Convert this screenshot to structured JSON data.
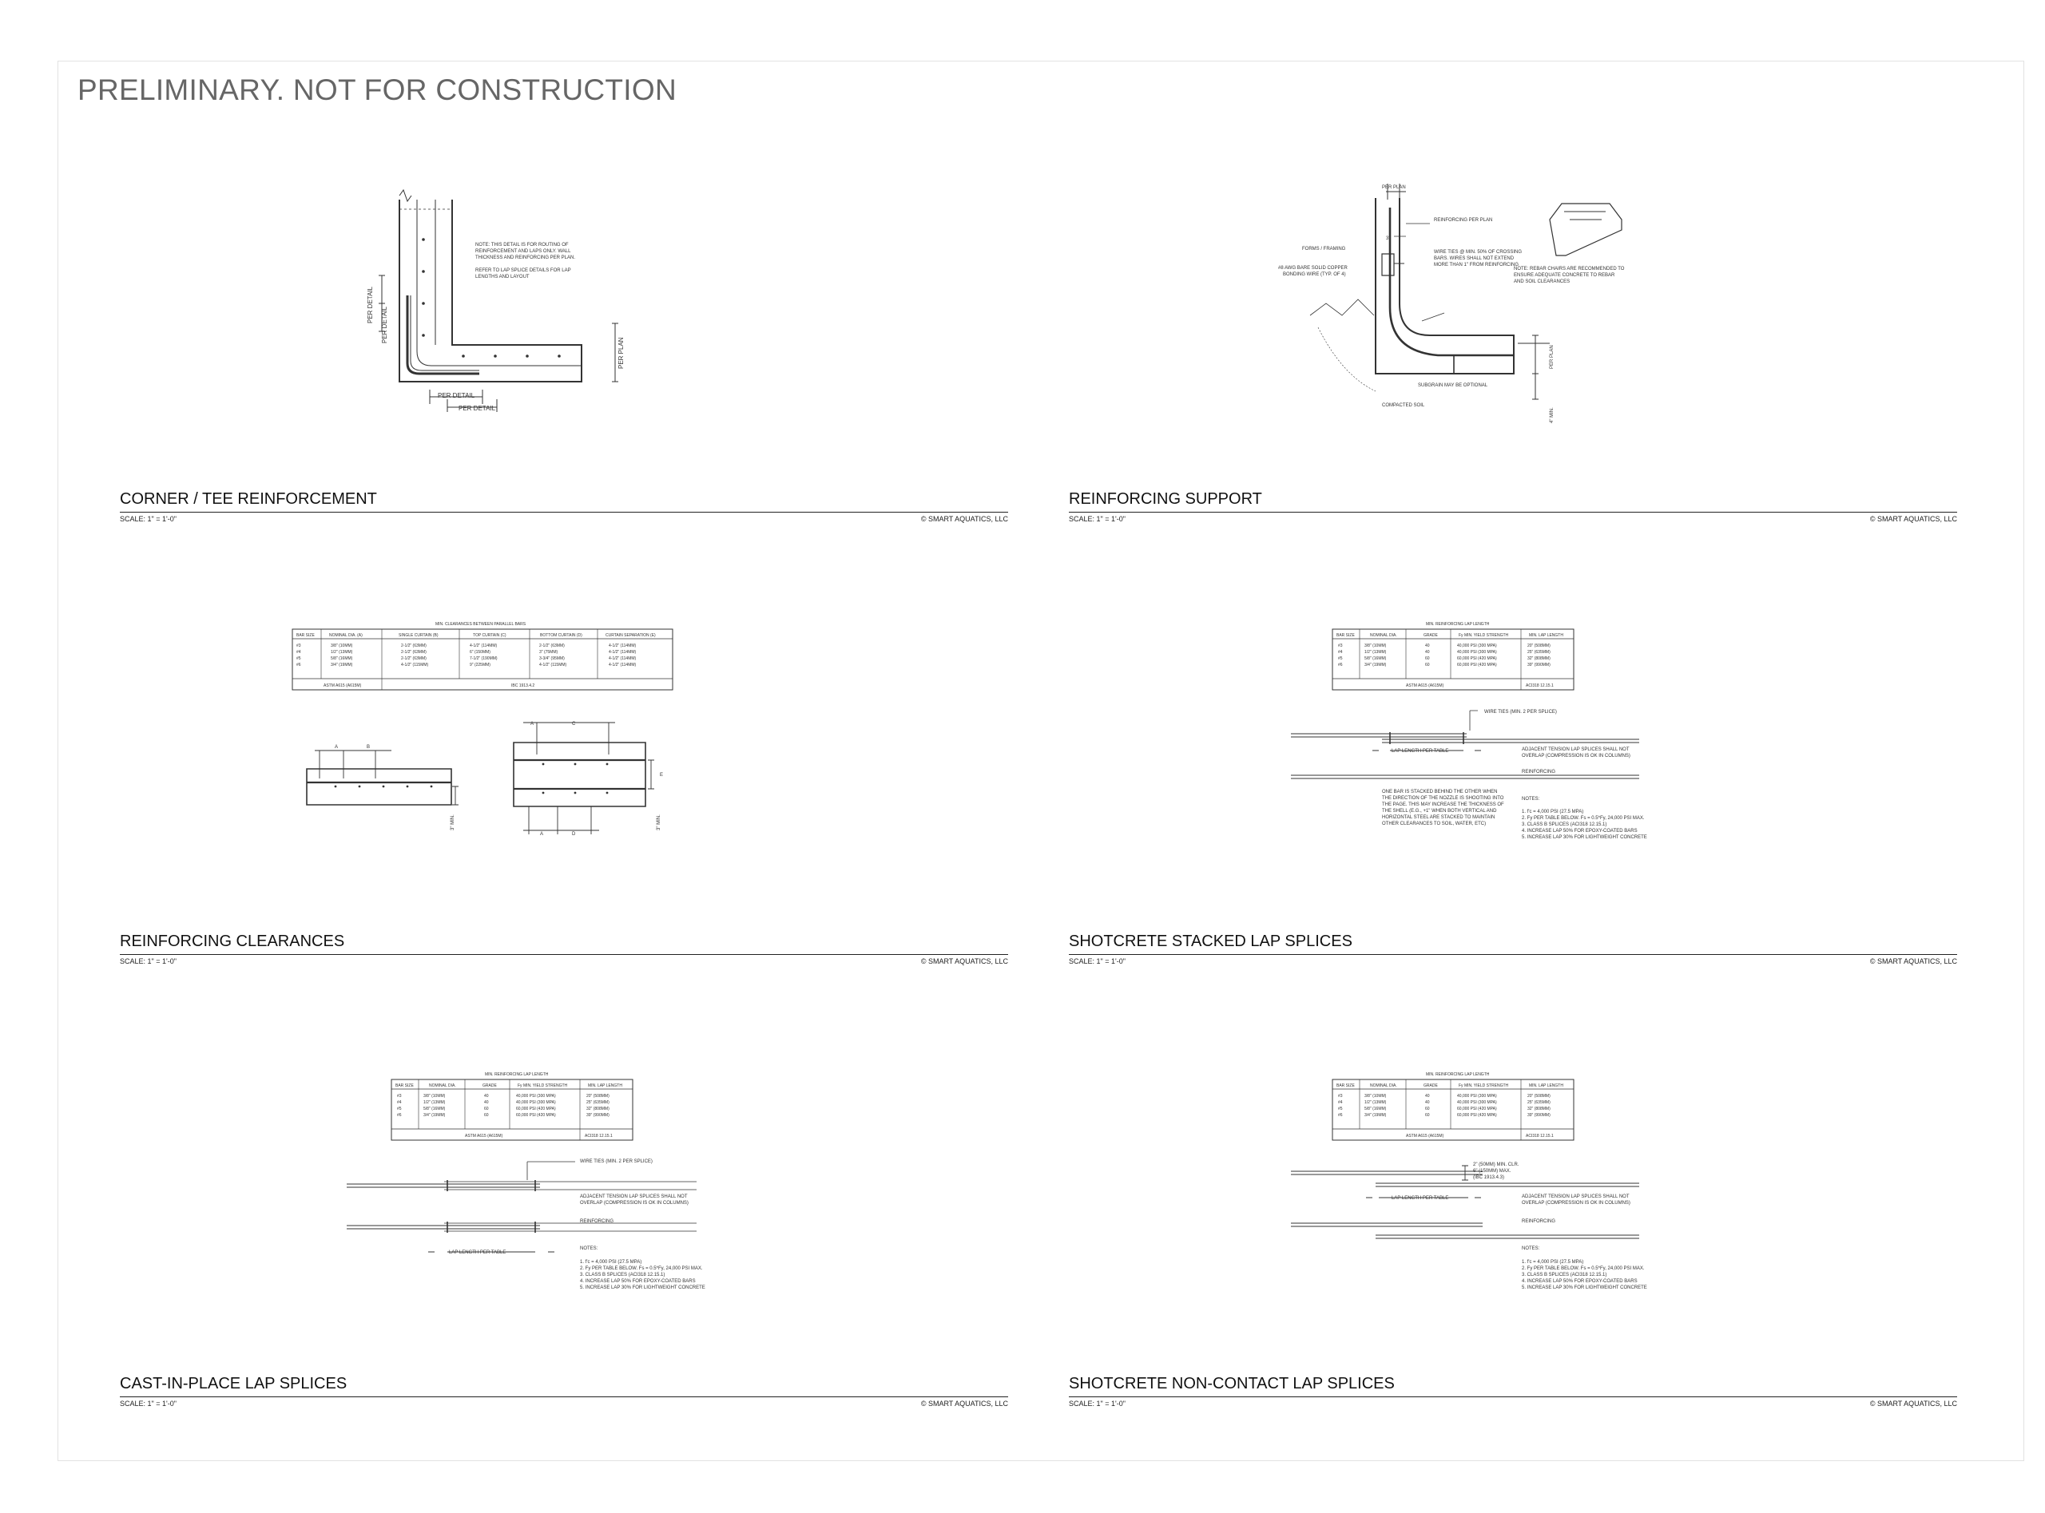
{
  "sheet": {
    "banner": "PRELIMINARY. NOT FOR CONSTRUCTION"
  },
  "details": [
    {
      "title": "CORNER / TEE REINFORCEMENT",
      "scale": "SCALE: 1\" = 1'-0\"",
      "copyright": "© SMART AQUATICS, LLC"
    },
    {
      "title": "REINFORCING SUPPORT",
      "scale": "SCALE: 1\" = 1'-0\"",
      "copyright": "© SMART AQUATICS, LLC"
    },
    {
      "title": "REINFORCING CLEARANCES",
      "scale": "SCALE: 1\" = 1'-0\"",
      "copyright": "© SMART AQUATICS, LLC"
    },
    {
      "title": "SHOTCRETE STACKED LAP SPLICES",
      "scale": "SCALE: 1\" = 1'-0\"",
      "copyright": "© SMART AQUATICS, LLC"
    },
    {
      "title": "CAST-IN-PLACE LAP SPLICES",
      "scale": "SCALE: 1\" = 1'-0\"",
      "copyright": "© SMART AQUATICS, LLC"
    },
    {
      "title": "SHOTCRETE NON-CONTACT LAP SPLICES",
      "scale": "SCALE: 1\" = 1'-0\"",
      "copyright": "© SMART AQUATICS, LLC"
    }
  ],
  "corner": {
    "dim_per_detail_a": "PER DETAIL",
    "dim_per_detail_b": "PER DETAIL",
    "dim_per_detail_c": "PER DETAIL",
    "dim_per_detail_d": "PER DETAIL",
    "dim_per_plan": "PER PLAN",
    "note_1": "NOTE: THIS DETAIL IS FOR ROUTING OF",
    "note_2": "REINFORCEMENT AND LAPS ONLY. WALL",
    "note_3": "THICKNESS AND REINFORCING PER PLAN.",
    "note_4": "REFER TO LAP SPLICE DETAILS FOR LAP",
    "note_5": "LENGTHS AND LAYOUT"
  },
  "support": {
    "per_plan_top": "PER PLAN",
    "reinforcing_per_plan": "REINFORCING PER PLAN",
    "forms": "FORMS / FRAMING",
    "bonding_1": "#8 AWG BARE SOLID COPPER",
    "bonding_2": "BONDING WIRE (TYP. OF 4)",
    "wire_ties_1": "WIRE TIES @ MIN. 50% OF CROSSING",
    "wire_ties_2": "BARS. WIRES SHALL NOT EXTEND",
    "wire_ties_3": "MORE THAN 1\" FROM REINFORCING",
    "rebar_note_1": "NOTE: REBAR CHAIRS ARE RECOMMENDED TO",
    "rebar_note_2": "ENSURE ADEQUATE CONCRETE TO REBAR",
    "rebar_note_3": "AND SOIL CLEARANCES",
    "per_plan_side": "PER PLAN",
    "subgrain": "SUBGRAIN MAY BE OPTIONAL",
    "compacted_soil": "COMPACTED SOIL",
    "min_4": "4\" MIN.",
    "dim_3": "3\""
  },
  "clearances": {
    "table_title": "MIN. CLEARANCES BETWEEN PARALLEL BARS",
    "headers": [
      "BAR SIZE",
      "NOMINAL DIA. (A)",
      "SINGLE CURTAIN (B)",
      "TOP CURTAIN (C)",
      "BOTTOM CURTAIN (D)",
      "CURTAIN SEPARATION (E)"
    ],
    "rows": [
      [
        "#3",
        "3/8\" (10MM)",
        "2-1/2\" (63MM)",
        "4-1/2\" (114MM)",
        "2-1/2\" (63MM)",
        "4-1/2\" (114MM)"
      ],
      [
        "#4",
        "1/2\" (13MM)",
        "2-1/2\" (63MM)",
        "6\" (150MM)",
        "3\" (75MM)",
        "4-1/2\" (114MM)"
      ],
      [
        "#5",
        "5/8\" (16MM)",
        "2-1/2\" (63MM)",
        "7-1/2\" (190MM)",
        "3-3/4\" (95MM)",
        "4-1/2\" (114MM)"
      ],
      [
        "#6",
        "3/4\" (19MM)",
        "4-1/2\" (115MM)",
        "9\" (225MM)",
        "4-1/2\" (115MM)",
        "4-1/2\" (114MM)"
      ]
    ],
    "footer_left": "ASTM A615 (A615M)",
    "footer_right": "IBC 1913.4.2",
    "lbl_a": "A",
    "lbl_b": "B",
    "lbl_c": "C",
    "lbl_d": "D",
    "lbl_e": "E",
    "min_3": "3\" MIN."
  },
  "lap_table": {
    "title": "MIN. REINFORCING LAP LENGTH",
    "headers": [
      "BAR SIZE",
      "NOMINAL DIA.",
      "GRADE",
      "Fy MIN. YIELD STRENGTH",
      "MIN. LAP LENGTH"
    ],
    "rows": [
      [
        "#3",
        "3/8\" (10MM)",
        "40",
        "40,000 PSI (300 MPA)",
        "20\" (508MM)"
      ],
      [
        "#4",
        "1/2\" (13MM)",
        "40",
        "40,000 PSI (300 MPA)",
        "25\" (635MM)"
      ],
      [
        "#5",
        "5/8\" (16MM)",
        "60",
        "60,000 PSI (420 MPA)",
        "32\" (808MM)"
      ],
      [
        "#6",
        "3/4\" (19MM)",
        "60",
        "60,000 PSI (420 MPA)",
        "39\" (990MM)"
      ]
    ],
    "footer_left": "ASTM A615 (A615M)",
    "footer_right": "ACI318 12.15.1"
  },
  "splices": {
    "wire_ties": "WIRE TIES (MIN. 2 PER SPLICE)",
    "adjacent_1": "ADJACENT TENSION LAP SPLICES SHALL NOT",
    "adjacent_2": "OVERLAP (COMPRESSION IS OK IN COLUMNS)",
    "reinforcing": "REINFORCING",
    "lap_length": "LAP LENGTH PER TABLE",
    "stacked_note_1": "ONE BAR IS STACKED BEHIND THE OTHER WHEN",
    "stacked_note_2": "THE DIRECTION OF THE NOZZLE IS SHOOTING INTO",
    "stacked_note_3": "THE PAGE. THIS MAY INCREASE THE THICKNESS OF",
    "stacked_note_4": "THE SHELL (E.G., +1\" WHEN BOTH VERTICAL AND",
    "stacked_note_5": "HORIZONTAL STEEL ARE STACKED TO MAINTAIN",
    "stacked_note_6": "OTHER CLEARANCES TO SOIL, WATER, ETC)",
    "noncontact_1": "2\" (50MM) MIN. CLR.",
    "noncontact_2": "6\" (150MM) MAX.",
    "noncontact_3": "(IBC 1913.4.3)",
    "notes_title": "NOTES:",
    "notes": [
      "1.    f'c = 4,000 PSI (27.5 MPA)",
      "2.    Fy PER TABLE BELOW. Fs = 0.5*Fy, 24,000 PSI MAX.",
      "3.    CLASS B SPLICES (ACI318 12.15.1)",
      "4.    INCREASE LAP 50% FOR EPOXY-COATED BARS",
      "5.    INCREASE LAP 30% FOR LIGHTWEIGHT CONCRETE"
    ]
  }
}
